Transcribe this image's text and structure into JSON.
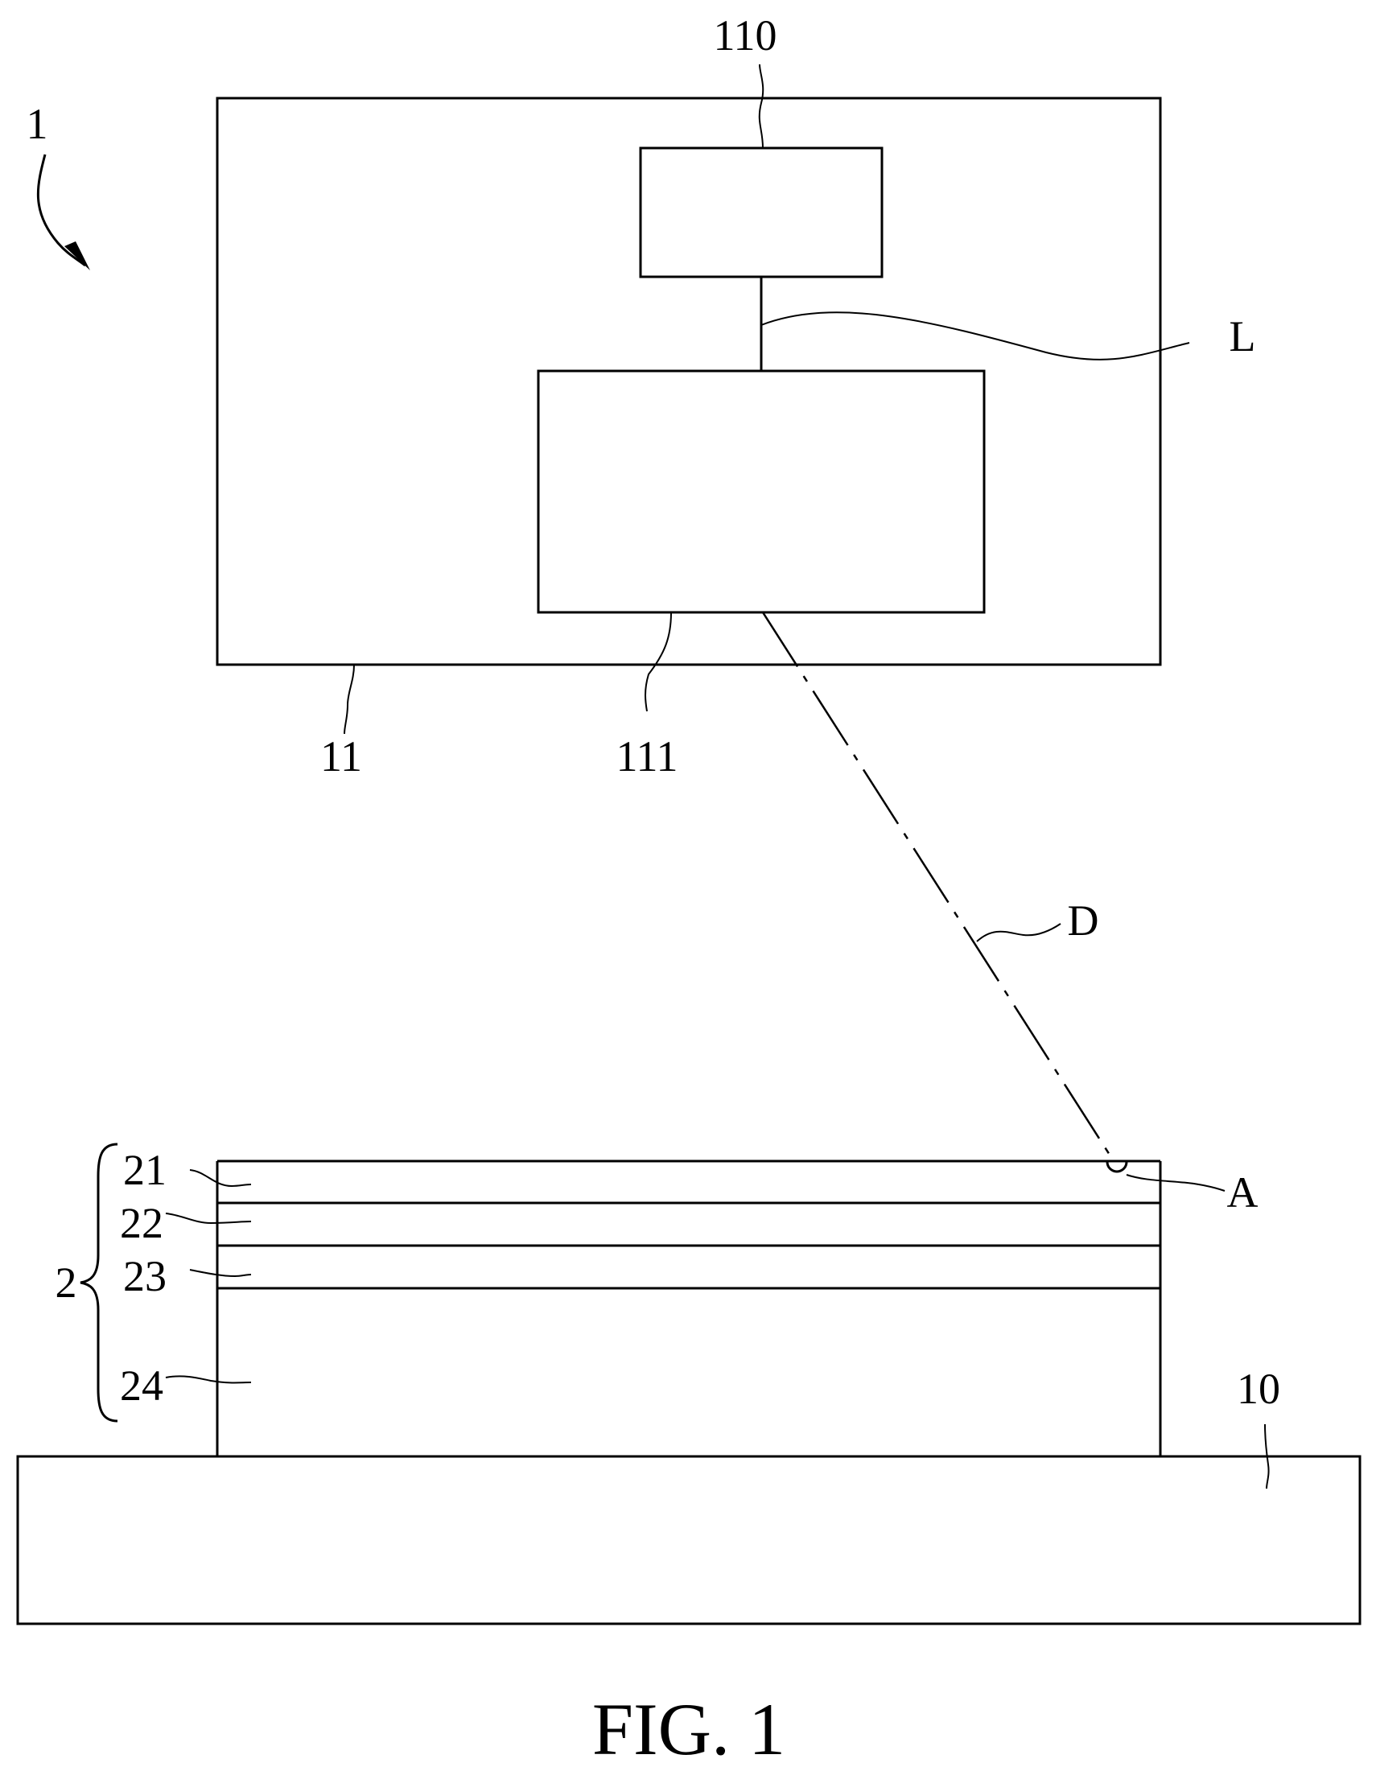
{
  "figure": {
    "caption": "FIG. 1"
  },
  "labels": {
    "system": "1",
    "housing": "11",
    "upper_box": "110",
    "lower_box": "111",
    "connector": "L",
    "beam": "D",
    "spot": "A",
    "stack": "2",
    "layer_1": "21",
    "layer_2": "22",
    "layer_3": "23",
    "layer_4": "24",
    "base": "10"
  }
}
